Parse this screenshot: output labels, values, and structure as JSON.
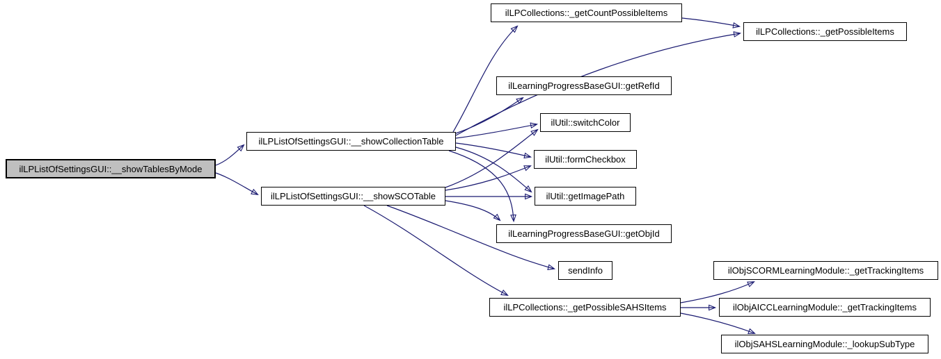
{
  "diagram": {
    "kind": "doxygen-call-graph",
    "background_color": "#ffffff",
    "edge_color": "#191970",
    "node_fill": "#ffffff",
    "node_border_color": "#000000",
    "root_node_fill": "#bfbfbf"
  },
  "nodes": {
    "showTablesByMode": {
      "label": "ilLPListOfSettingsGUI::__showTablesByMode",
      "highlighted": true
    },
    "showCollectionTable": {
      "label": "ilLPListOfSettingsGUI::__showCollectionTable"
    },
    "showSCOTable": {
      "label": "ilLPListOfSettingsGUI::__showSCOTable"
    },
    "getCountPossibleItems": {
      "label": "ilLPCollections::_getCountPossibleItems"
    },
    "getPossibleItems": {
      "label": "ilLPCollections::_getPossibleItems"
    },
    "getRefId": {
      "label": "ilLearningProgressBaseGUI::getRefId"
    },
    "switchColor": {
      "label": "ilUtil::switchColor"
    },
    "formCheckbox": {
      "label": "ilUtil::formCheckbox"
    },
    "getImagePath": {
      "label": "ilUtil::getImagePath"
    },
    "getObjId": {
      "label": "ilLearningProgressBaseGUI::getObjId"
    },
    "sendInfo": {
      "label": "sendInfo"
    },
    "getPossibleSAHSItems": {
      "label": "ilLPCollections::_getPossibleSAHSItems"
    },
    "scormGetTrackingItems": {
      "label": "ilObjSCORMLearningModule::_getTrackingItems"
    },
    "aiccGetTrackingItems": {
      "label": "ilObjAICCLearningModule::_getTrackingItems"
    },
    "sahsLookupSubType": {
      "label": "ilObjSAHSLearningModule::_lookupSubType"
    }
  },
  "edges": [
    {
      "from": "showTablesByMode",
      "to": "showCollectionTable"
    },
    {
      "from": "showTablesByMode",
      "to": "showSCOTable"
    },
    {
      "from": "showCollectionTable",
      "to": "getCountPossibleItems"
    },
    {
      "from": "showCollectionTable",
      "to": "getPossibleItems"
    },
    {
      "from": "showCollectionTable",
      "to": "getRefId"
    },
    {
      "from": "showCollectionTable",
      "to": "switchColor"
    },
    {
      "from": "showCollectionTable",
      "to": "formCheckbox"
    },
    {
      "from": "showCollectionTable",
      "to": "getImagePath"
    },
    {
      "from": "showCollectionTable",
      "to": "getObjId"
    },
    {
      "from": "showSCOTable",
      "to": "switchColor"
    },
    {
      "from": "showSCOTable",
      "to": "formCheckbox"
    },
    {
      "from": "showSCOTable",
      "to": "getImagePath"
    },
    {
      "from": "showSCOTable",
      "to": "getObjId"
    },
    {
      "from": "showSCOTable",
      "to": "sendInfo"
    },
    {
      "from": "showSCOTable",
      "to": "getPossibleSAHSItems"
    },
    {
      "from": "getCountPossibleItems",
      "to": "getPossibleItems"
    },
    {
      "from": "getPossibleSAHSItems",
      "to": "scormGetTrackingItems"
    },
    {
      "from": "getPossibleSAHSItems",
      "to": "aiccGetTrackingItems"
    },
    {
      "from": "getPossibleSAHSItems",
      "to": "sahsLookupSubType"
    }
  ]
}
